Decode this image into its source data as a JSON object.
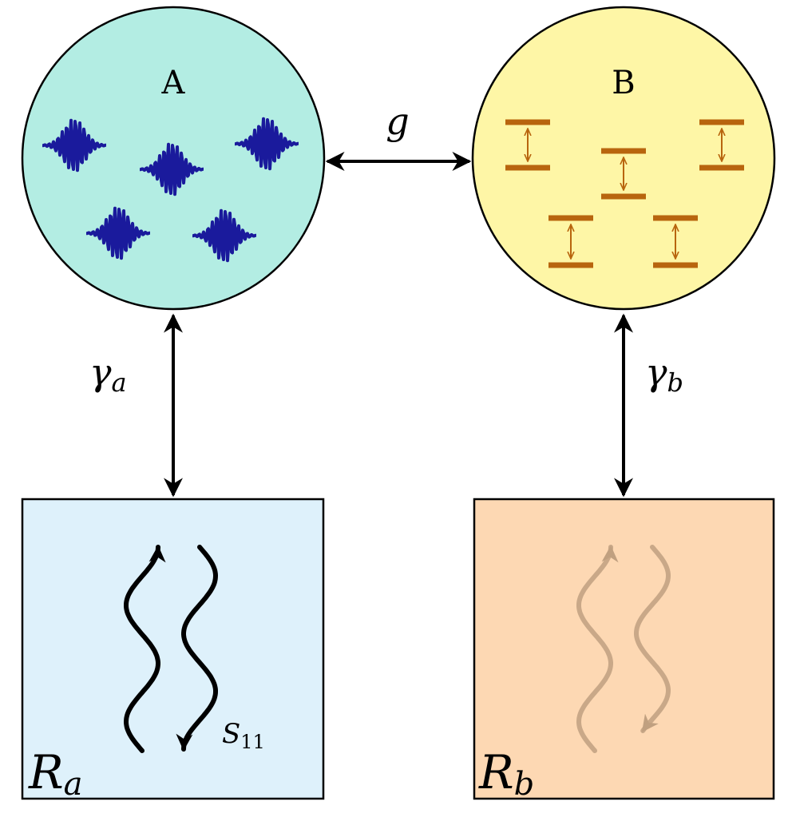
{
  "nodes": {
    "a": {
      "label": "A",
      "fill": "#b3ede3"
    },
    "b": {
      "label": "B",
      "fill": "#fef6a6"
    }
  },
  "reservoirs": {
    "a": {
      "label": "R",
      "sub": "a",
      "fill": "#def1fb"
    },
    "b": {
      "label": "R",
      "sub": "b",
      "fill": "#fdd8b3"
    }
  },
  "couplings": {
    "g": "g",
    "gamma_a": {
      "symbol": "γ",
      "sub": "a"
    },
    "gamma_b": {
      "symbol": "γ",
      "sub": "b"
    }
  },
  "s11": {
    "symbol": "S",
    "sub": "11"
  },
  "colors": {
    "wave_packet": "#1a1a9c",
    "energy_level": "#b8650e",
    "arrow": "#000000",
    "faded_wave": "#c0a080"
  },
  "icons": [
    "wave-packet-icon",
    "two-level-system-icon",
    "double-arrow-icon",
    "wavy-arrow-icon"
  ]
}
